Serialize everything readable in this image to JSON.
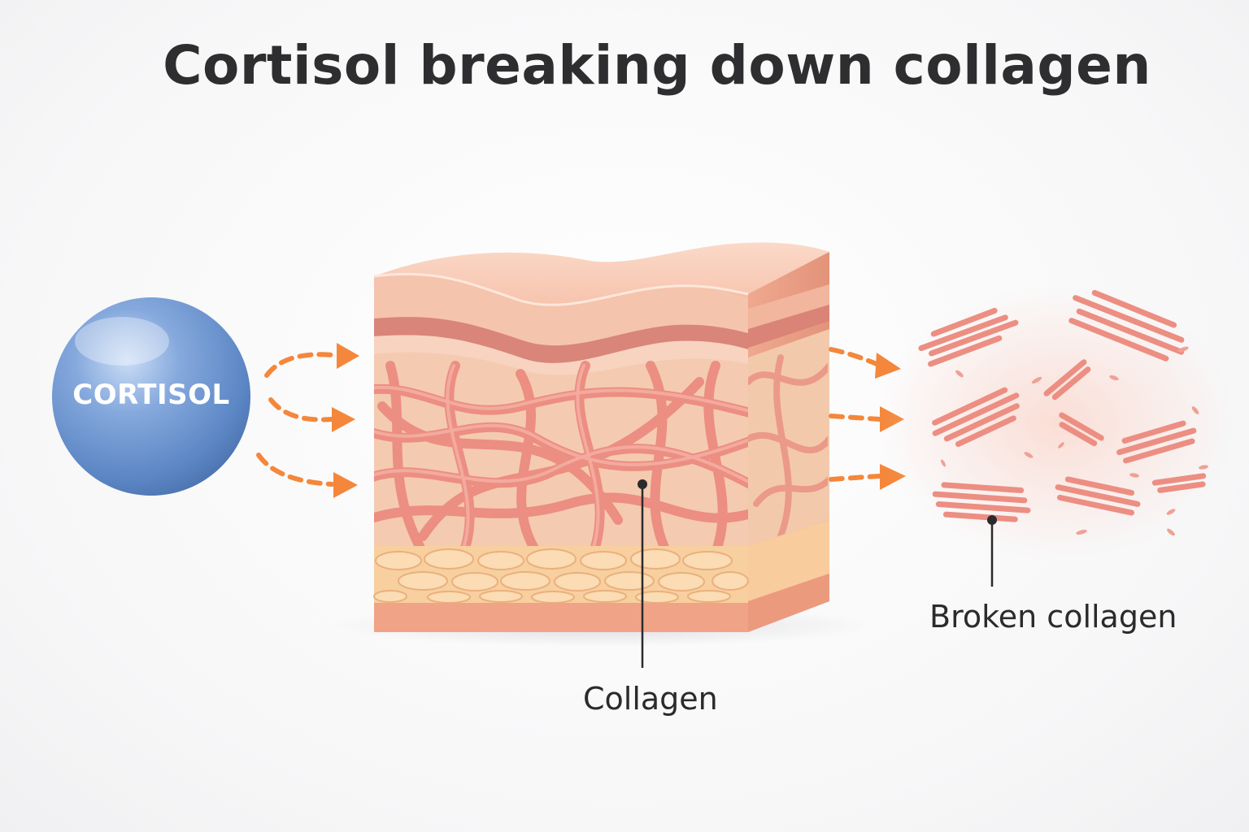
{
  "title": "Cortisol breaking down collagen",
  "molecule": {
    "label": "CORTISOL"
  },
  "labels": {
    "collagen": "Collagen",
    "broken_collagen": "Broken collagen"
  },
  "colors": {
    "arrow": "#f4873b",
    "sphere": "#5b86c4",
    "skin": "#f3b39c",
    "fiber": "#ec8e82",
    "text": "#2e2e30"
  }
}
